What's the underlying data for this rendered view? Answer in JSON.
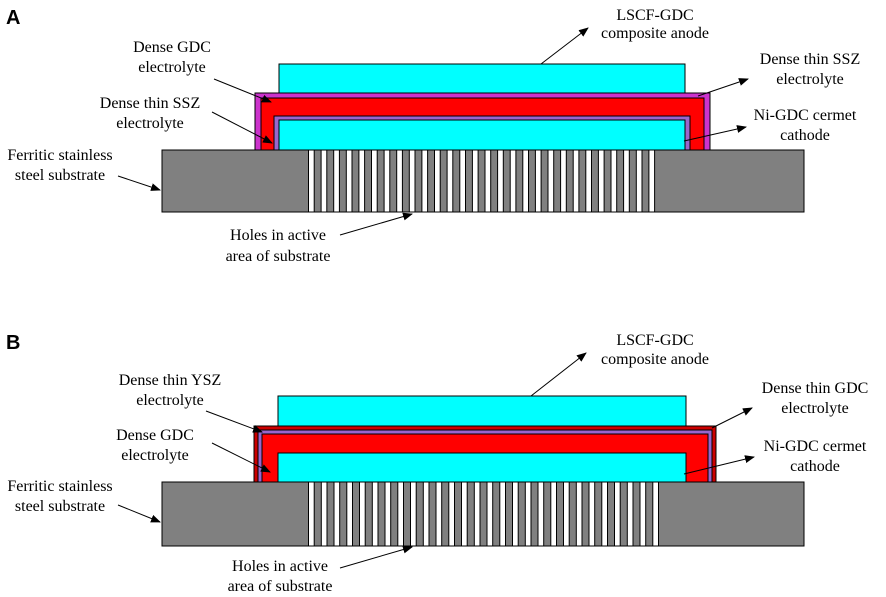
{
  "panels": [
    {
      "letter": "A",
      "anode": {
        "line1": "LSCF-GDC",
        "line2": "composite anode"
      },
      "outer_layer": {
        "line1": "Dense GDC",
        "line2": "electrolyte"
      },
      "inner_layer": {
        "line1": "Dense thin SSZ",
        "line2": "electrolyte"
      },
      "right_top": {
        "line1": "Dense thin SSZ",
        "line2": "electrolyte"
      },
      "cathode": {
        "line1": "Ni-GDC cermet",
        "line2": "cathode"
      },
      "substrate": {
        "line1": "Ferritic stainless",
        "line2": "steel substrate"
      },
      "holes": {
        "line1": "Holes in active",
        "line2": "area of substrate"
      }
    },
    {
      "letter": "B",
      "anode": {
        "line1": "LSCF-GDC",
        "line2": "composite anode"
      },
      "outer_layer": {
        "line1": "Dense thin YSZ",
        "line2": "electrolyte"
      },
      "inner_layer": {
        "line1": "Dense GDC",
        "line2": "electrolyte"
      },
      "right_top": {
        "line1": "Dense thin GDC",
        "line2": "electrolyte"
      },
      "cathode": {
        "line1": "Ni-GDC cermet",
        "line2": "cathode"
      },
      "substrate": {
        "line1": "Ferritic stainless",
        "line2": "steel substrate"
      },
      "holes": {
        "line1": "Holes in active",
        "line2": "area of substrate"
      }
    }
  ],
  "colors": {
    "substrate": "#808080",
    "cyan_layer": "#00ffff",
    "red_layer": "#ff0000",
    "magenta_layer": "#cc33cc",
    "purple_thin": "#9966cc",
    "dark_red_thin": "#cc0000",
    "outline": "#000000"
  }
}
